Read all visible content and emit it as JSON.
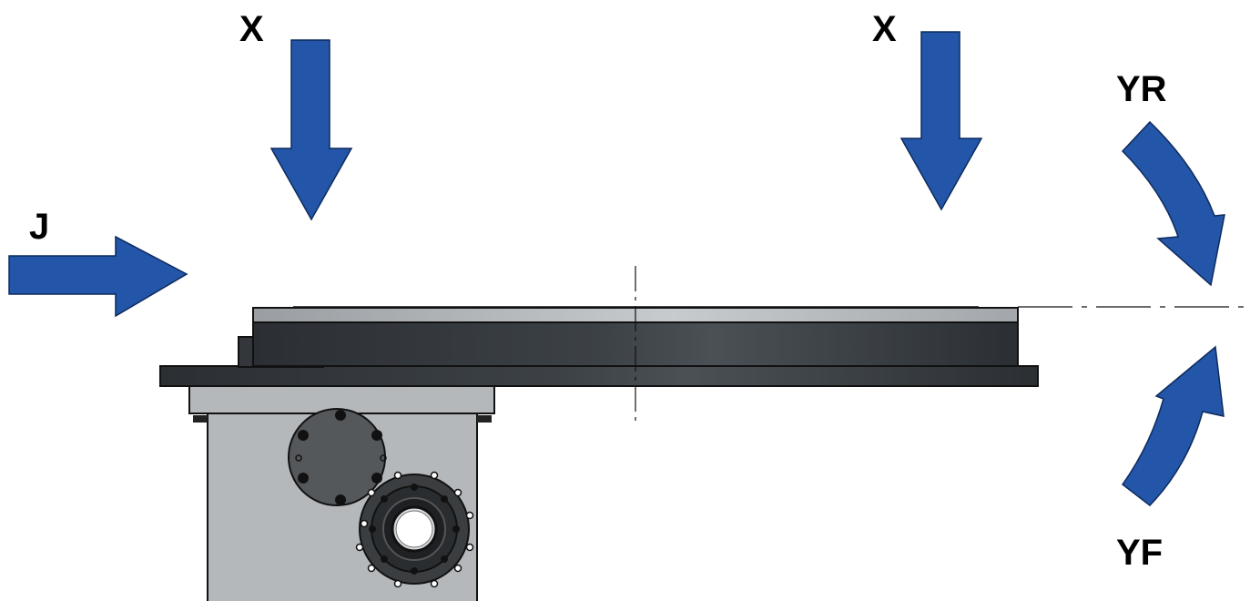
{
  "labels": {
    "x_left": "X",
    "x_right": "X",
    "j": "J",
    "yr": "YR",
    "yf": "YF"
  },
  "colors": {
    "arrow": "#2356a8",
    "arrow_stroke": "#0d2a5c",
    "plate_dark": "#2f3337",
    "plate_light": "#b9bdc1",
    "housing": "#b5b8bb",
    "cover": "#55585b",
    "hub": "#3b3e41"
  }
}
